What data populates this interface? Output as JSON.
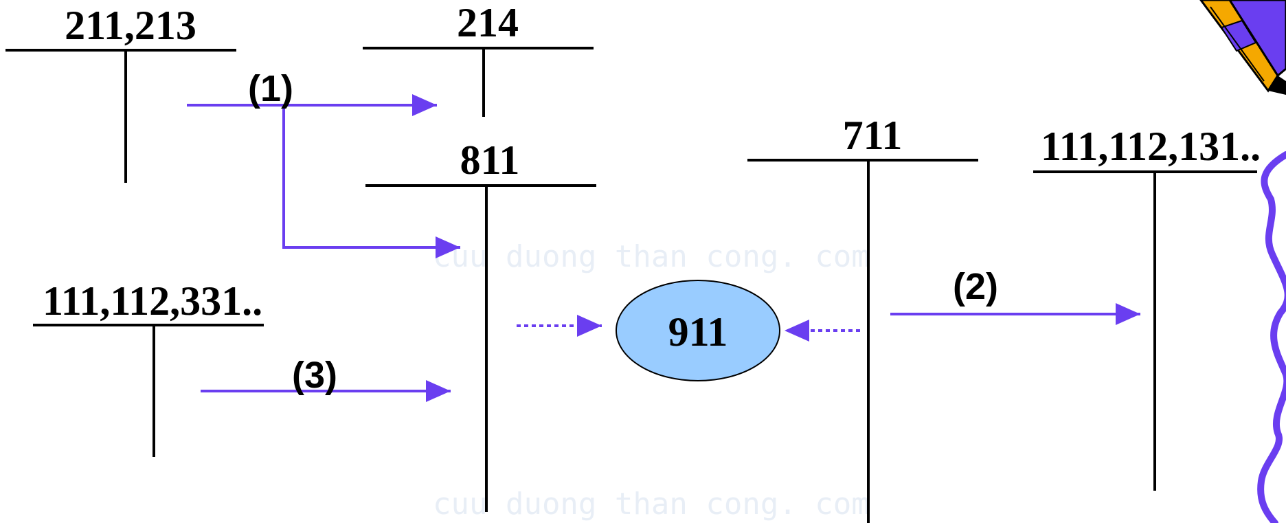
{
  "accounts": {
    "fixed_assets": "211,213",
    "depreciation": "214",
    "other_expense": "811",
    "other_income": "711",
    "cash_receipts": "111,112,131..",
    "cash_payments": "111,112,331..",
    "result": "911"
  },
  "steps": {
    "step1": "(1)",
    "step2": "(2)",
    "step3": "(3)"
  },
  "watermark": {
    "line1": "cuu duong than cong. com",
    "line2": "cuu duong than cong. com"
  },
  "colors": {
    "arrow": "#6a3ef0",
    "ellipse_fill": "#99ccff",
    "line": "#000000",
    "pencil_body": "#f5a800",
    "pencil_accent": "#6a3ef0"
  },
  "icons": {
    "decoration": "pencil-icon"
  }
}
